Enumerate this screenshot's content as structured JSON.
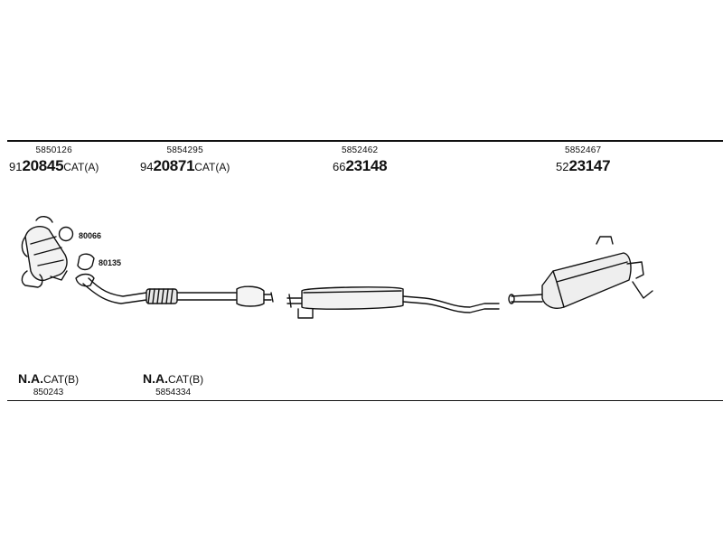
{
  "top_parts": [
    {
      "number": "5850126",
      "prefix": "91",
      "code": "20845",
      "suffix": "CAT(A)"
    },
    {
      "number": "5854295",
      "prefix": "94",
      "code": "20871",
      "suffix": "CAT(A)"
    },
    {
      "number": "5852462",
      "prefix": "66",
      "code": "23148",
      "suffix": ""
    },
    {
      "number": "5852467",
      "prefix": "52",
      "code": "23147",
      "suffix": ""
    }
  ],
  "callouts": [
    {
      "label": "80066"
    },
    {
      "label": "80135"
    }
  ],
  "bottom_parts": [
    {
      "status": "N.A.",
      "suffix": "CAT(B)",
      "number": "850243"
    },
    {
      "status": "N.A.",
      "suffix": "CAT(B)",
      "number": "5854334"
    }
  ]
}
